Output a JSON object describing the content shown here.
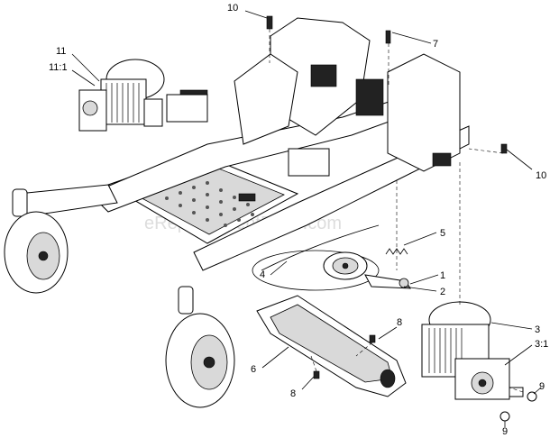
{
  "watermark": "eReplacementParts.com",
  "callouts": {
    "c1": "1",
    "c2": "2",
    "c3": "3",
    "c3_1": "3:1",
    "c4": "4",
    "c5": "5",
    "c6": "6",
    "c7": "7",
    "c8a": "8",
    "c8b": "8",
    "c9a": "9",
    "c9b": "9",
    "c10a": "10",
    "c10b": "10",
    "c11": "11",
    "c11_1": "11:1"
  }
}
